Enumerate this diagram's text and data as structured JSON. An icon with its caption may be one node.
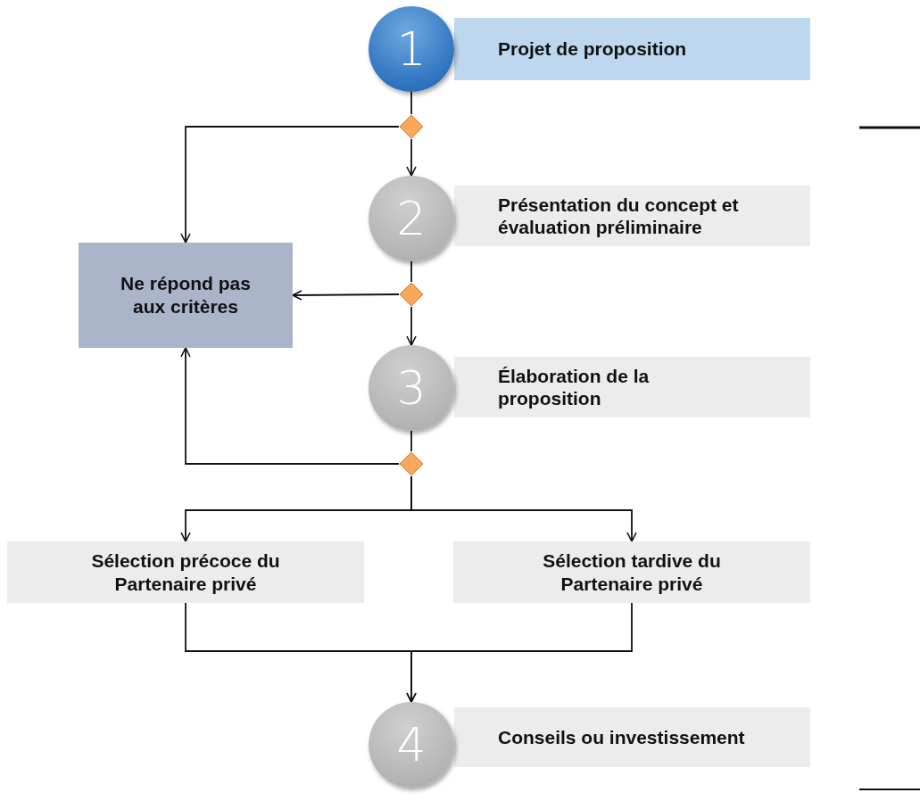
{
  "diagram": {
    "nodes": [
      {
        "text": [
          "1"
        ]
      },
      {
        "text": [
          "Projet de proposition"
        ]
      },
      {
        "text": [],
        "shape": "diamond"
      },
      {
        "text": [
          "2"
        ]
      },
      {
        "text": [
          "Présentation du concept et évaluation préliminaire"
        ]
      },
      {
        "text": [
          "Ne répond pas aux critères"
        ]
      },
      {
        "text": [],
        "shape": "diamond"
      },
      {
        "text": [
          "3"
        ]
      },
      {
        "text": [
          "Élaboration de la proposition"
        ]
      },
      {
        "text": [],
        "shape": "diamond"
      },
      {
        "text": [
          "Sélection précoce du Partenaire privé"
        ]
      },
      {
        "text": [
          "Sélection tardive du Partenaire privé"
        ]
      },
      {
        "text": [
          "4"
        ]
      },
      {
        "text": [
          "Conseils ou investissement"
        ]
      }
    ],
    "edges": [
      {
        "from": 0,
        "to": 2,
        "arrow": "none"
      },
      {
        "from": 2,
        "to": 3,
        "arrow": "to"
      },
      {
        "from": 2,
        "to": 5,
        "arrow": "to"
      },
      {
        "from": 3,
        "to": 6,
        "arrow": "none"
      },
      {
        "from": 6,
        "to": 5,
        "arrow": "to"
      },
      {
        "from": 6,
        "to": 7,
        "arrow": "to"
      },
      {
        "from": 7,
        "to": 9,
        "arrow": "none"
      },
      {
        "from": 9,
        "to": 5,
        "arrow": "to"
      },
      {
        "from": 9,
        "to": 10,
        "arrow": "to"
      },
      {
        "from": 9,
        "to": 11,
        "arrow": "to"
      },
      {
        "from": 10,
        "to": 12,
        "arrow": "to"
      },
      {
        "from": 11,
        "to": 12,
        "arrow": "to"
      }
    ]
  }
}
